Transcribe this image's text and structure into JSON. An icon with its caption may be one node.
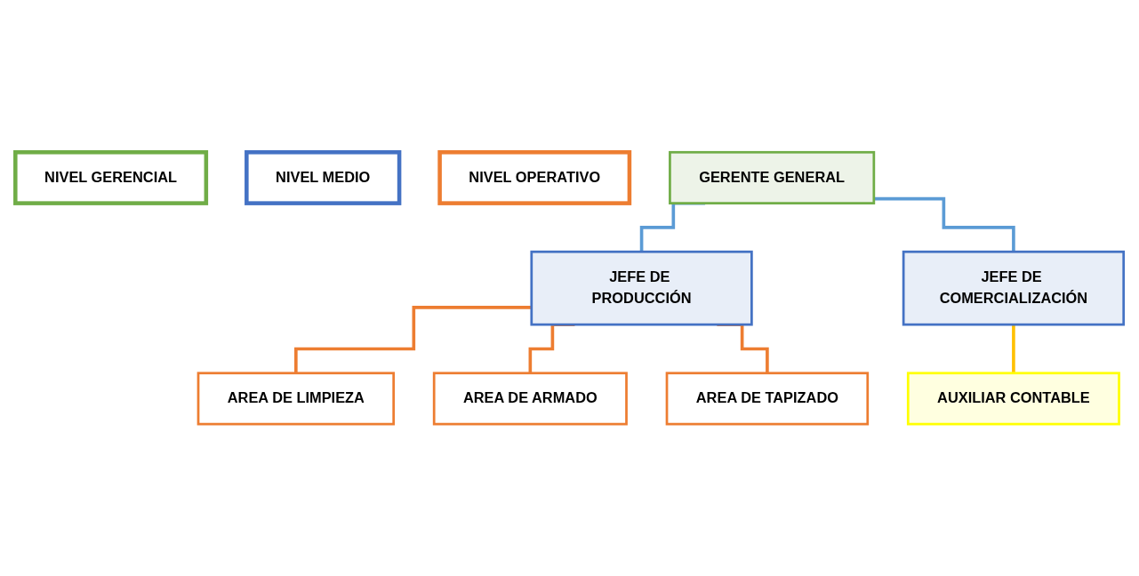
{
  "diagram": {
    "nodes": [
      {
        "text": [
          "GERENTE GENERAL"
        ]
      },
      {
        "text": [
          "JEFE DE PRODUCCIÓN"
        ]
      },
      {
        "text": [
          "JEFE DE COMERCIALIZACIÓN"
        ]
      },
      {
        "text": [
          "AUXILIAR CONTABLE"
        ]
      },
      {
        "text": [
          "AREA DE LIMPIEZA"
        ]
      },
      {
        "text": [
          "AREA DE ARMADO"
        ]
      },
      {
        "text": [
          "AREA DE TAPIZADO"
        ]
      },
      {
        "text": [
          "NIVEL GERENCIAL"
        ]
      },
      {
        "text": [
          "NIVEL MEDIO"
        ]
      },
      {
        "text": [
          "NIVEL OPERATIVO"
        ]
      }
    ],
    "edges": [
      {
        "from": 0,
        "to": 1,
        "arrow": "none",
        "color": "#5b9bd5"
      },
      {
        "from": 0,
        "to": 2,
        "arrow": "none",
        "color": "#5b9bd5"
      },
      {
        "from": 2,
        "to": 3,
        "arrow": "none",
        "color": "#ffc000"
      },
      {
        "from": 1,
        "to": 4,
        "arrow": "none",
        "color": "#ed7d31"
      },
      {
        "from": 1,
        "to": 5,
        "arrow": "none",
        "color": "#ed7d31"
      },
      {
        "from": 1,
        "to": 6,
        "arrow": "none",
        "color": "#ed7d31"
      }
    ]
  }
}
